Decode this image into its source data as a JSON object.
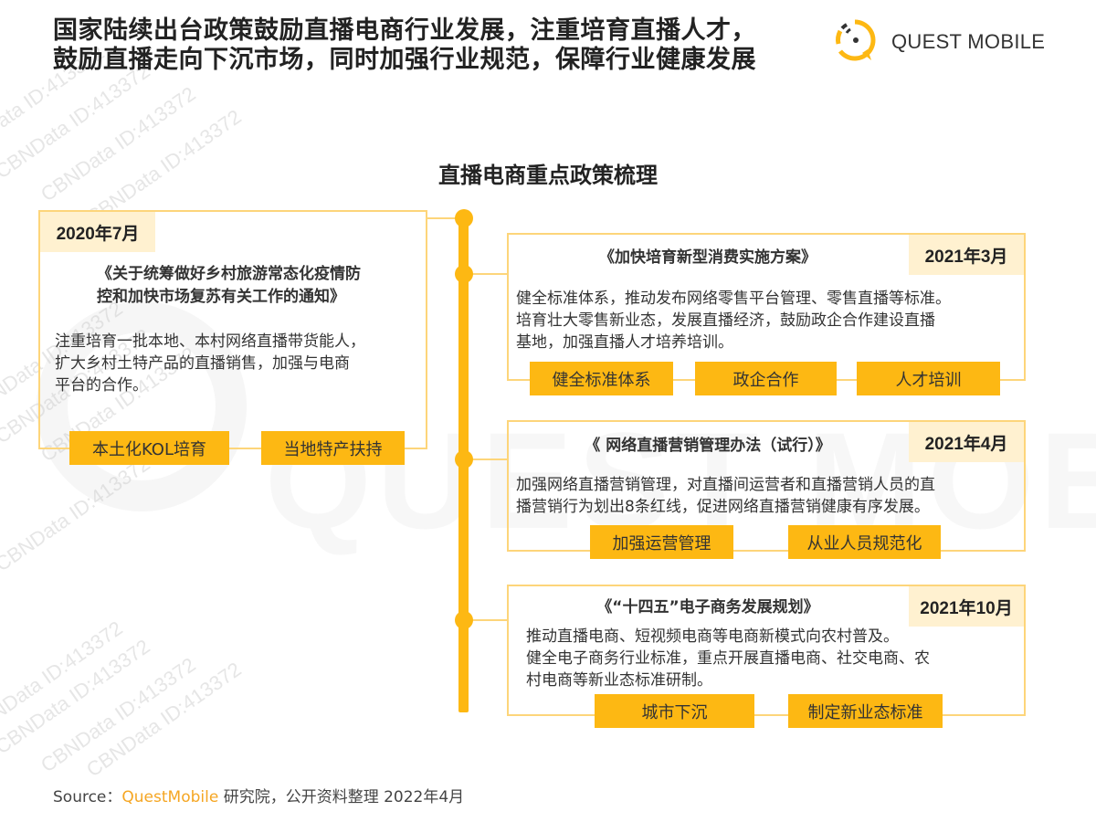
{
  "header": {
    "title_lines": [
      "国家陆续出台政策鼓励直播电商行业发展，注重培育直播人才，",
      "鼓励直播走向下沉市场，同时加强行业规范，保障行业健康发展"
    ],
    "logo_text": "QUEST MOBILE",
    "logo_icon": "quest-mobile-logo-icon"
  },
  "section_title": "直播电商重点政策梳理",
  "colors": {
    "accent": "#FDB813",
    "border": "#FDD57A",
    "date_tag_bg": "#FFF1D0",
    "text": "#333333",
    "source_brand": "#F5A623"
  },
  "policies": [
    {
      "date": "2020年7月",
      "title_lines": [
        "《关于统筹做好乡村旅游常态化疫情防",
        "控和加快市场复苏有关工作的通知》"
      ],
      "description_lines": [
        "注重培育一批本地、本村网络直播带货能人，",
        "扩大乡村土特产品的直播销售，加强与电商",
        "平台的合作。"
      ],
      "tags": [
        "本土化KOL培育",
        "当地特产扶持"
      ]
    },
    {
      "date": "2021年3月",
      "title": "《加快培育新型消费实施方案》",
      "description_lines": [
        "健全标准体系，推动发布网络零售平台管理、零售直播等标准。",
        "培育壮大零售新业态，发展直播经济，鼓励政企合作建设直播",
        "基地，加强直播人才培养培训。"
      ],
      "tags": [
        "健全标准体系",
        "政企合作",
        "人才培训"
      ]
    },
    {
      "date": "2021年4月",
      "title": "《 网络直播营销管理办法（试行）》",
      "description_lines": [
        "加强网络直播营销管理，对直播间运营者和直播营销人员的直",
        "播营销行为划出8条红线，促进网络直播营销健康有序发展。"
      ],
      "tags": [
        "加强运营管理",
        "从业人员规范化"
      ]
    },
    {
      "date": "2021年10月",
      "title": "《“十四五”电子商务发展规划》",
      "description_lines": [
        "推动直播电商、短视频电商等电商新模式向农村普及。",
        "健全电子商务行业标准，重点开展直播电商、社交电商、农",
        "村电商等新业态标准研制。"
      ],
      "tags": [
        "城市下沉",
        "制定新业态标准"
      ]
    }
  ],
  "source": {
    "label": "Source：",
    "brand": "QuestMobile",
    "rest": " 研究院，公开资料整理 2022年4月"
  },
  "watermark": {
    "text": "CBNData ID:413372",
    "big_text": "QUEST MOBILE"
  }
}
